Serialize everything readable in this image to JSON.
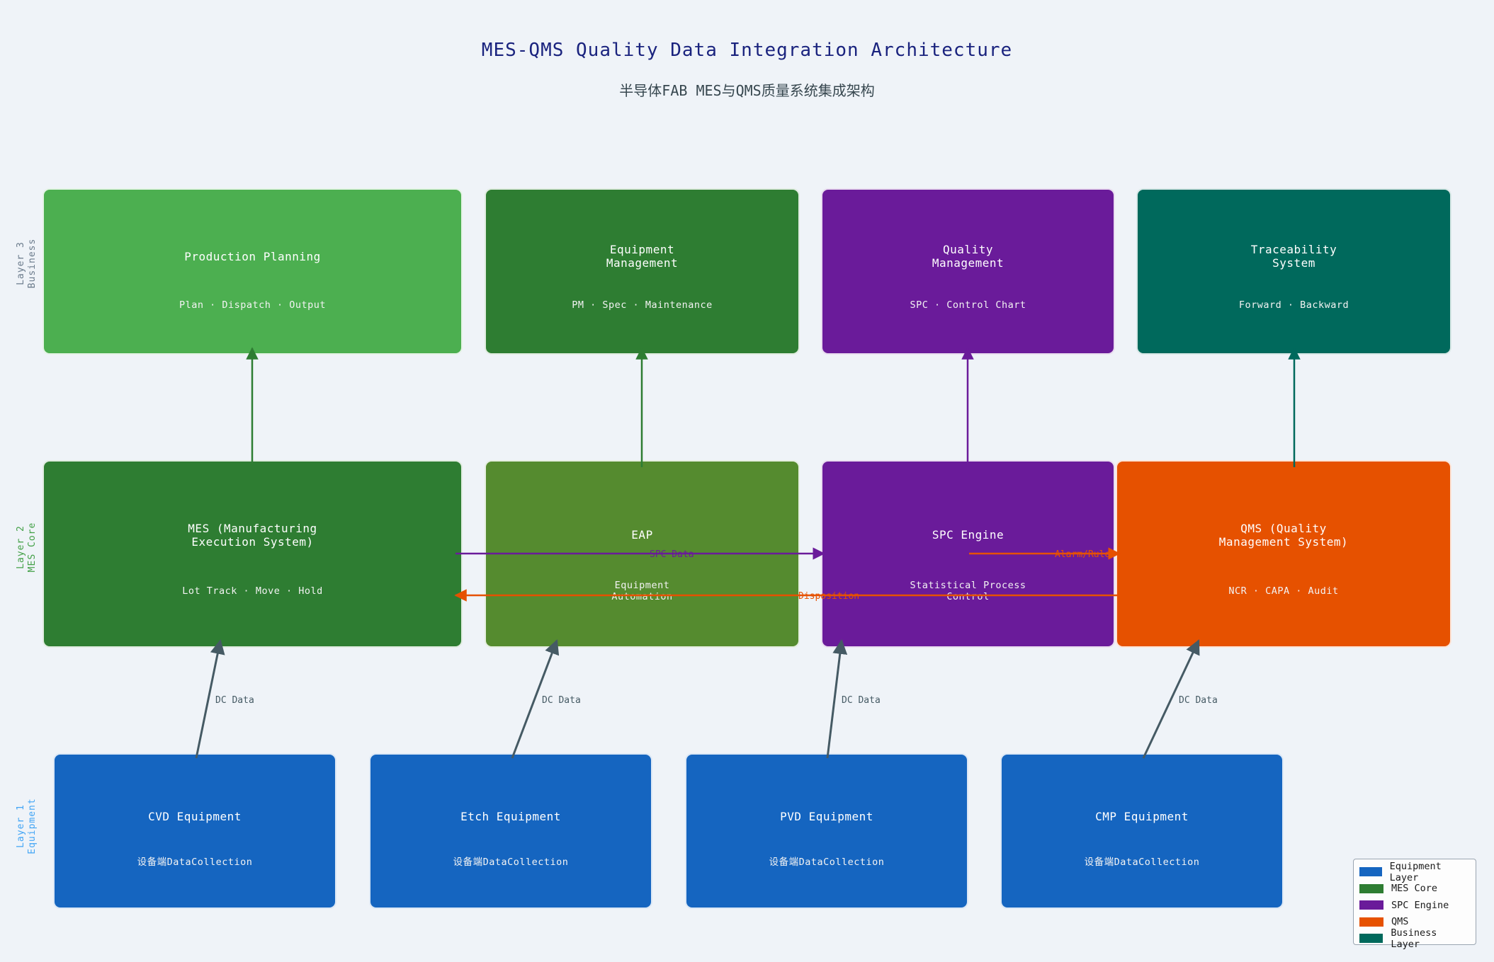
{
  "title": "MES-QMS Quality Data Integration Architecture",
  "subtitle": "半导体FAB MES与QMS质量系统集成架构",
  "layers": {
    "layer3": "Layer 3\nBusiness",
    "layer2": "Layer 2\nMES Core",
    "layer1": "Layer 1\nEquipment"
  },
  "business": [
    {
      "title": "Production Planning",
      "sub": "Plan · Dispatch · Output"
    },
    {
      "title": "Equipment\nManagement",
      "sub": "PM · Spec · Maintenance"
    },
    {
      "title": "Quality\nManagement",
      "sub": "SPC · Control Chart"
    },
    {
      "title": "Traceability\nSystem",
      "sub": "Forward · Backward"
    }
  ],
  "core": [
    {
      "title": "MES (Manufacturing\nExecution System)",
      "sub": "Lot Track · Move · Hold"
    },
    {
      "title": "EAP",
      "sub": "Equipment\nAutomation"
    },
    {
      "title": "SPC Engine",
      "sub": "Statistical Process\nControl"
    },
    {
      "title": "QMS (Quality\nManagement System)",
      "sub": "NCR · CAPA · Audit"
    }
  ],
  "equipment": [
    {
      "title": "CVD Equipment",
      "sub": "设备端DataCollection"
    },
    {
      "title": "Etch Equipment",
      "sub": "设备端DataCollection"
    },
    {
      "title": "PVD Equipment",
      "sub": "设备端DataCollection"
    },
    {
      "title": "CMP Equipment",
      "sub": "设备端DataCollection"
    }
  ],
  "arrow_labels": {
    "dc": "DC Data",
    "spc": "SPC Data",
    "alarm": "Alarm/Rule",
    "disposition": "Disposition"
  },
  "legend": [
    {
      "label": "Equipment Layer",
      "color": "#1565c0"
    },
    {
      "label": "MES Core",
      "color": "#2e7d32"
    },
    {
      "label": "SPC Engine",
      "color": "#6a1b9a"
    },
    {
      "label": "QMS",
      "color": "#e65100"
    },
    {
      "label": "Business Layer",
      "color": "#00695c"
    }
  ],
  "colors": {
    "business": [
      "#4caf50",
      "#2e7d32",
      "#6a1b9a",
      "#00695c"
    ],
    "core": [
      "#2e7d32",
      "#558b2f",
      "#6a1b9a",
      "#e65100"
    ],
    "equipment": "#1565c0",
    "layer3_label": "#6b7b8c",
    "layer2_label": "#43a047",
    "layer1_label": "#42a5f5"
  }
}
